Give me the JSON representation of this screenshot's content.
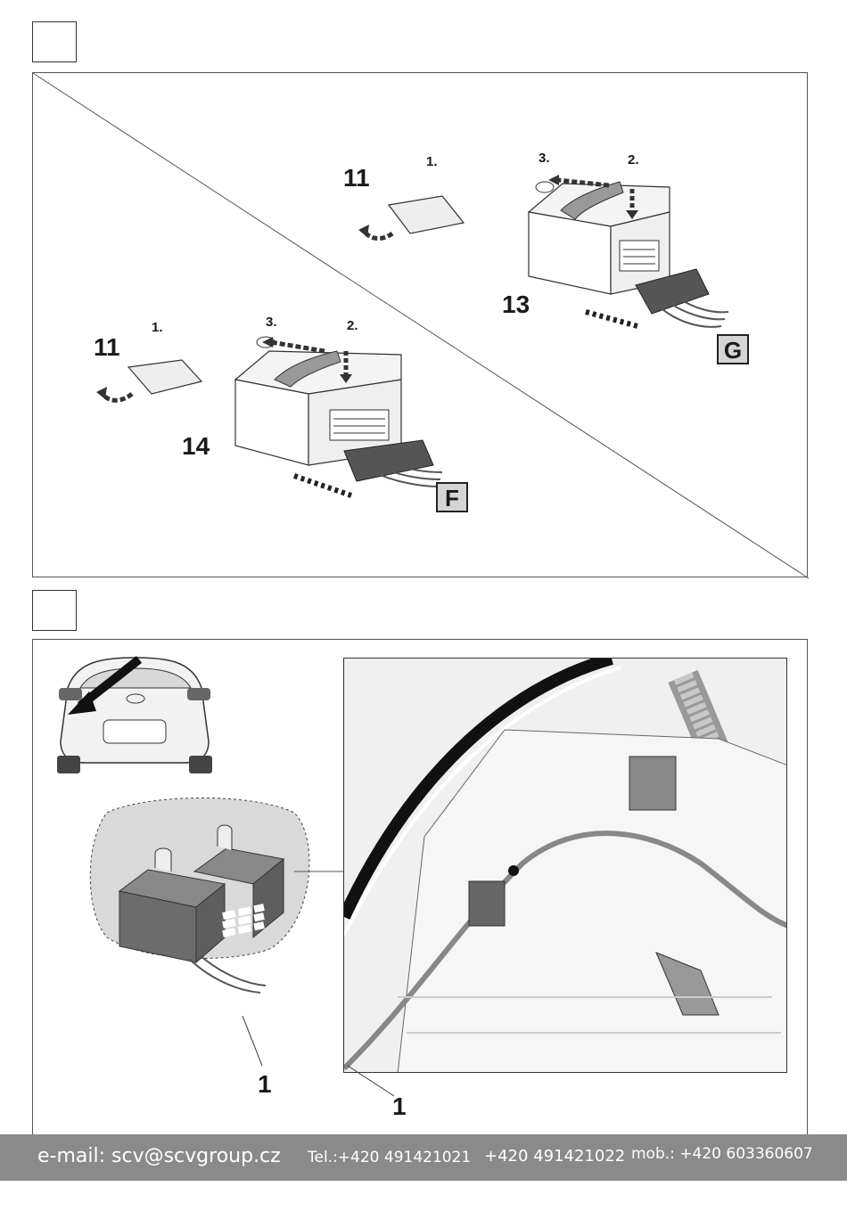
{
  "panel1": {
    "callout_11_top": "11",
    "step1_top": "1.",
    "step3_top": "3.",
    "step2_top": "2.",
    "callout_13": "13",
    "tag_g": "G",
    "callout_11_left": "11",
    "step1_left": "1.",
    "step3_left": "3.",
    "step2_left": "2.",
    "callout_14": "14",
    "tag_f": "F"
  },
  "panel2": {
    "callout_1_left": "1",
    "callout_1_right": "1"
  },
  "footer": {
    "email": "e-mail: scv@scvgroup.cz",
    "tel": "Tel.:+420 491421021",
    "tel2": "+420 491421022",
    "mob": "mob.: +420 603360607"
  }
}
